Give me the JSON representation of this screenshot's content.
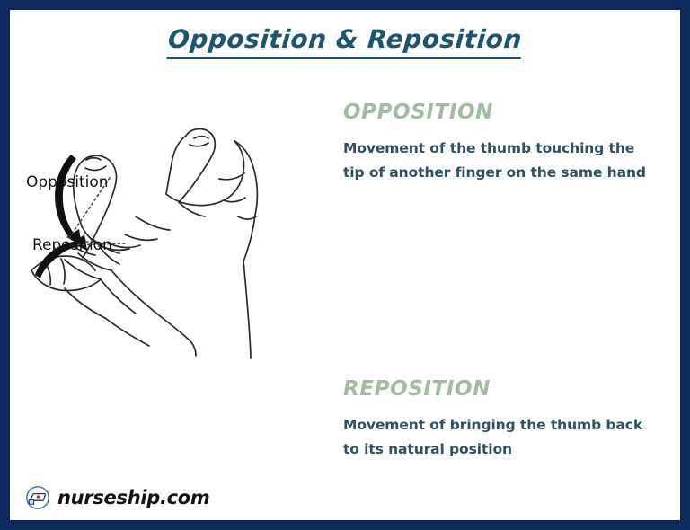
{
  "poster": {
    "border_color": "#0e2a60",
    "background_color": "#ffffff",
    "title": "Opposition & Reposition",
    "title_color": "#1d5570"
  },
  "illustration": {
    "name": "hand-opposition-reposition-line-drawing",
    "annotations": [
      {
        "label": "Opposition",
        "arrow": "curved-arrow-downward"
      },
      {
        "label": "Reposition",
        "arrow": "curved-arrow-upward"
      }
    ],
    "line_color": "#2b2b2b",
    "arrow_color": "#111111",
    "leader_style": "dotted"
  },
  "sections": [
    {
      "heading": "OPPOSITION",
      "heading_color": "#a2bba1",
      "body_line1": "Movement of the thumb touching the",
      "body_line2": "tip of another finger on the same hand",
      "body_color": "#31505f"
    },
    {
      "heading": "REPOSITION",
      "heading_color": "#a2bba1",
      "body_line1": "Movement of bringing the thumb back",
      "body_line2": "to its natural position",
      "body_color": "#31505f"
    }
  ],
  "footer": {
    "brand": "nurseship.com",
    "logo_icon": "nurse-cap-circle-icon",
    "logo_color": "#1b3a7a",
    "logo_accent_color": "#d4262c"
  }
}
